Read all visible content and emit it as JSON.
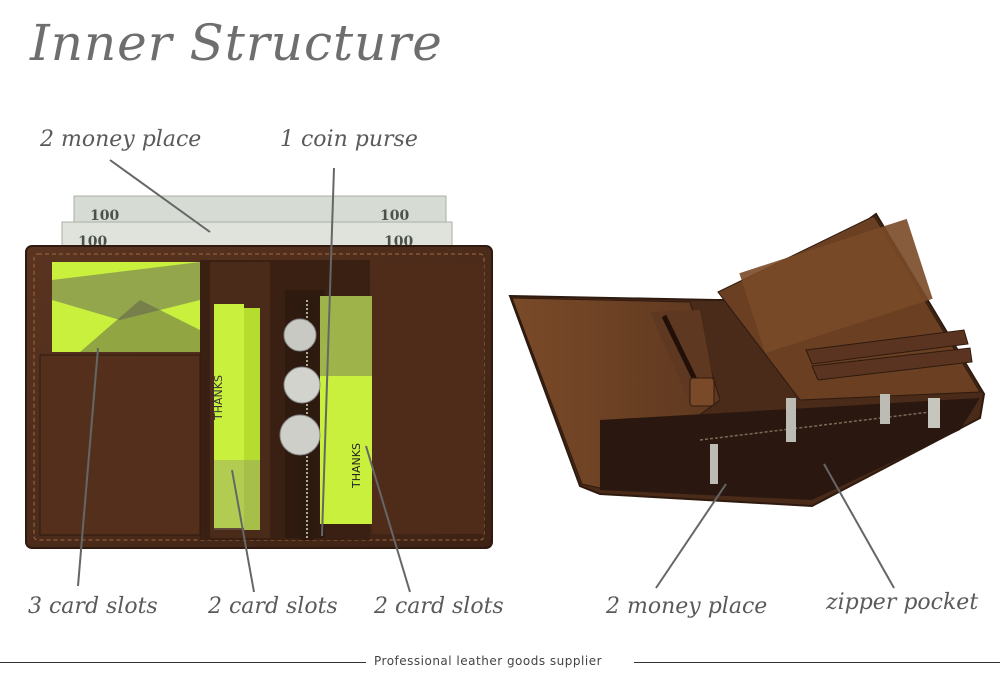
{
  "title": "Inner Structure",
  "labels": {
    "money_place_top": "2 money place",
    "coin_purse": "1 coin purse",
    "card_slots_3": "3 card slots",
    "card_slots_2_left": "2 card slots",
    "card_slots_2_right": "2 card slots",
    "money_place_right": "2 money place",
    "zipper_pocket": "zipper pocket"
  },
  "card_text": "THANKS",
  "footer": "Professional leather goods supplier",
  "colors": {
    "leather_dark": "#4a2a18",
    "leather_mid": "#6b3f22",
    "leather_light": "#8a5630",
    "card_green": "#c8f03c",
    "banknote": "#d9ded6",
    "label_text": "#5a5a5a",
    "leader_line": "#666666"
  }
}
